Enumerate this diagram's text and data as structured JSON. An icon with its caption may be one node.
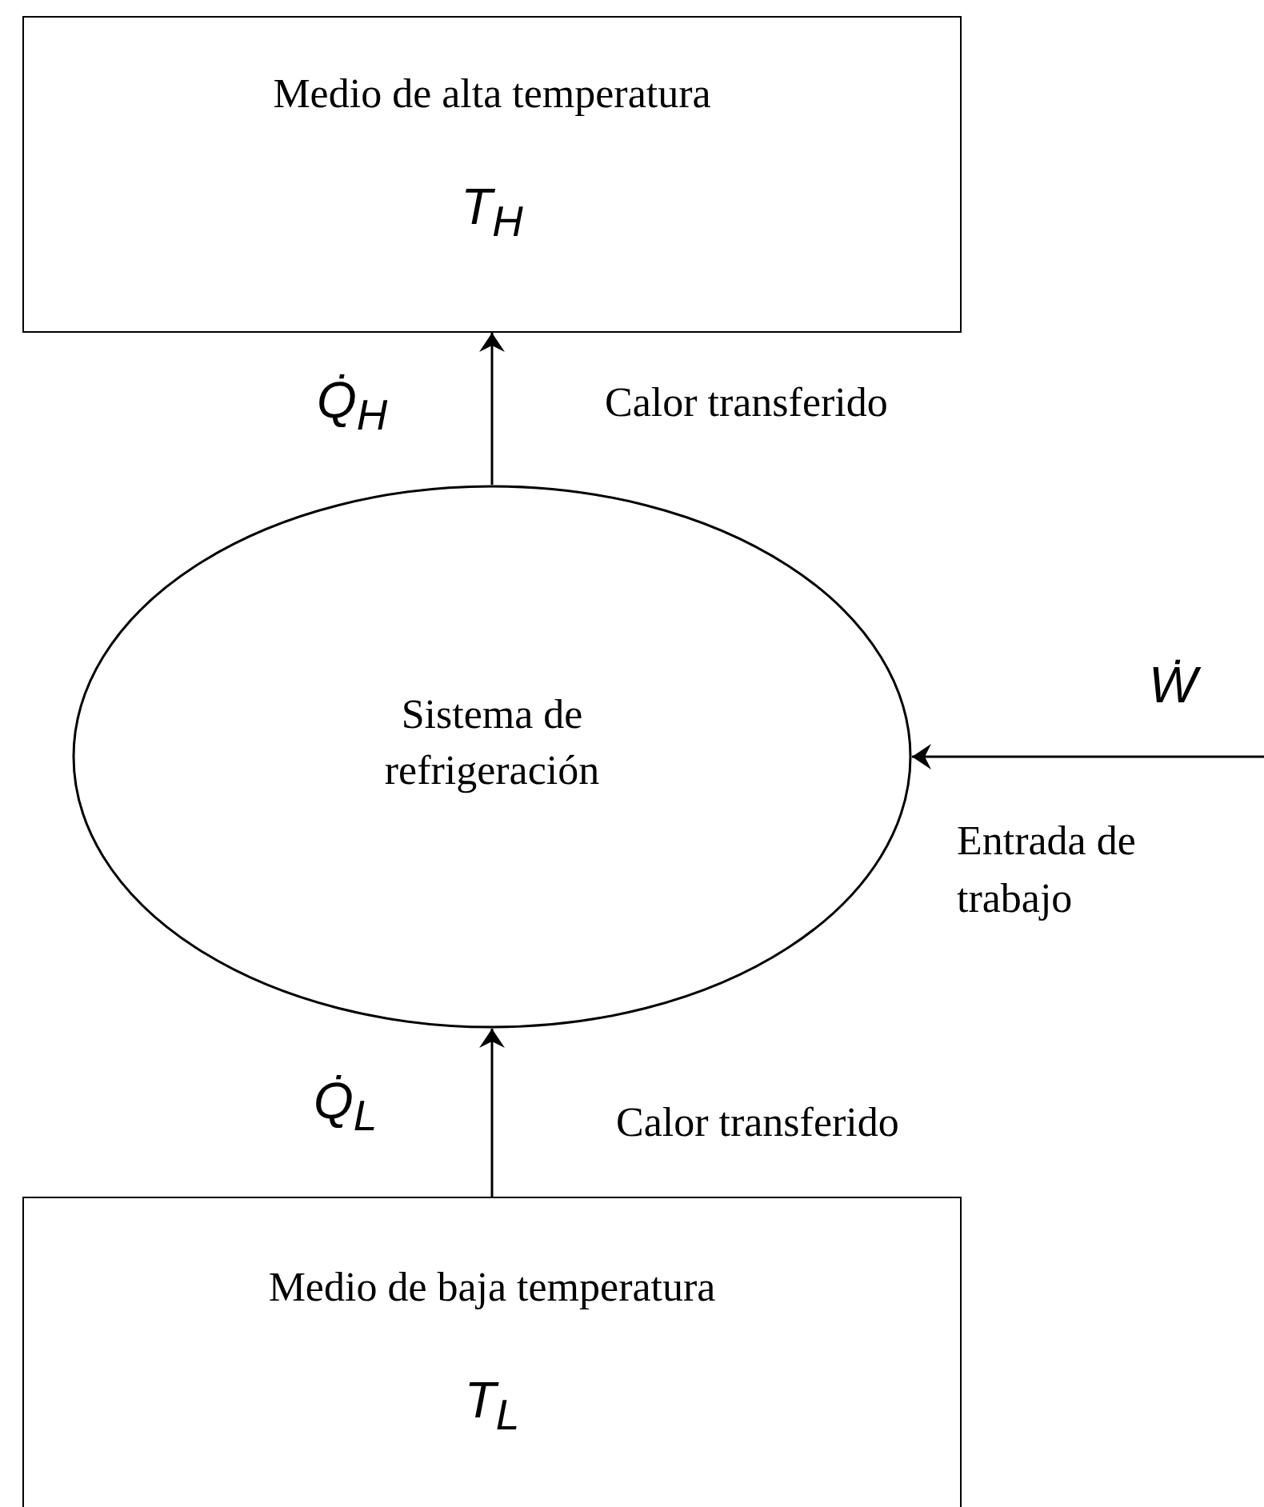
{
  "diagram": {
    "nodes": [
      {
        "text": [
          "Medio de alta temperatura",
          "T$_{H}$"
        ]
      },
      {
        "text": [
          "Sistema de refrigeración"
        ]
      },
      {
        "text": [
          "Medio de baja temperatura",
          "T$_{L}$"
        ]
      }
    ],
    "edges": [
      {
        "from": 1,
        "to": 0,
        "arrow": "to",
        "label": "Q̇$_{H}$"
      },
      {
        "from": null,
        "to": 1,
        "arrow": "to",
        "label": "Ẇ"
      },
      {
        "from": 2,
        "to": 1,
        "arrow": "to",
        "label": "Q̇$_{L}$"
      }
    ],
    "labels": [
      "Calor transferido",
      "Entrada de trabajo",
      "Calor transferido"
    ]
  }
}
